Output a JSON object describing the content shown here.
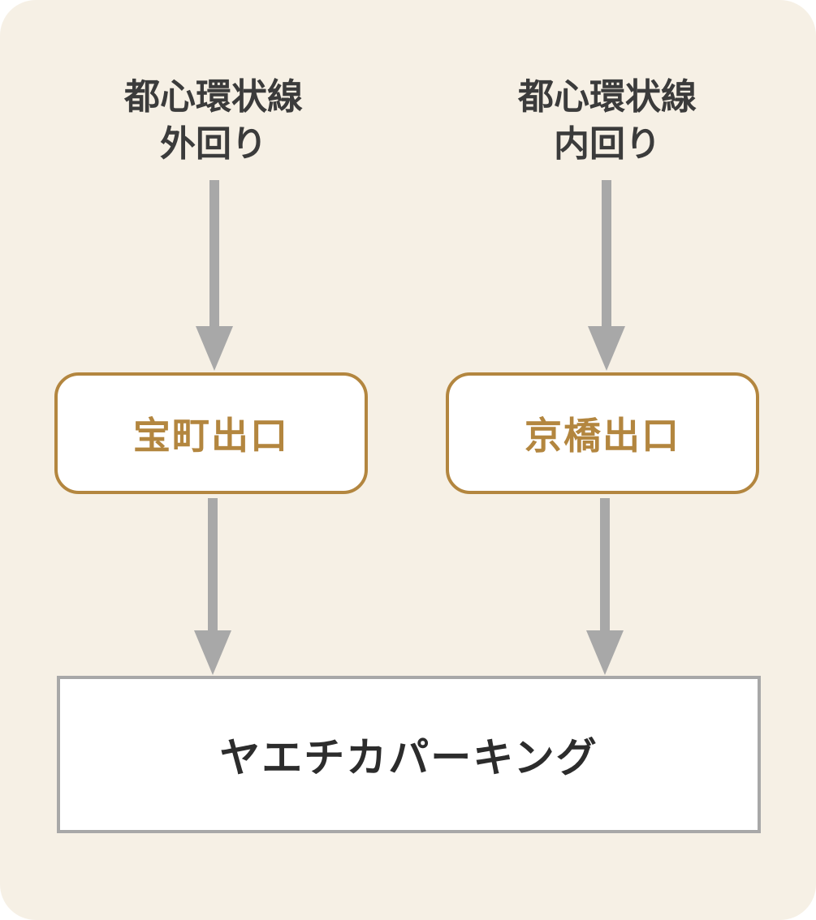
{
  "colors": {
    "background": "#f6f0e5",
    "accent": "#b3863f",
    "arrow": "#a8a8a8",
    "text": "#3b3b3b"
  },
  "sources": [
    {
      "line1": "都心環状線",
      "line2": "外回り"
    },
    {
      "line1": "都心環状線",
      "line2": "内回り"
    }
  ],
  "exits": [
    {
      "label": "宝町出口"
    },
    {
      "label": "京橋出口"
    }
  ],
  "destination": {
    "label": "ヤエチカパーキング"
  }
}
